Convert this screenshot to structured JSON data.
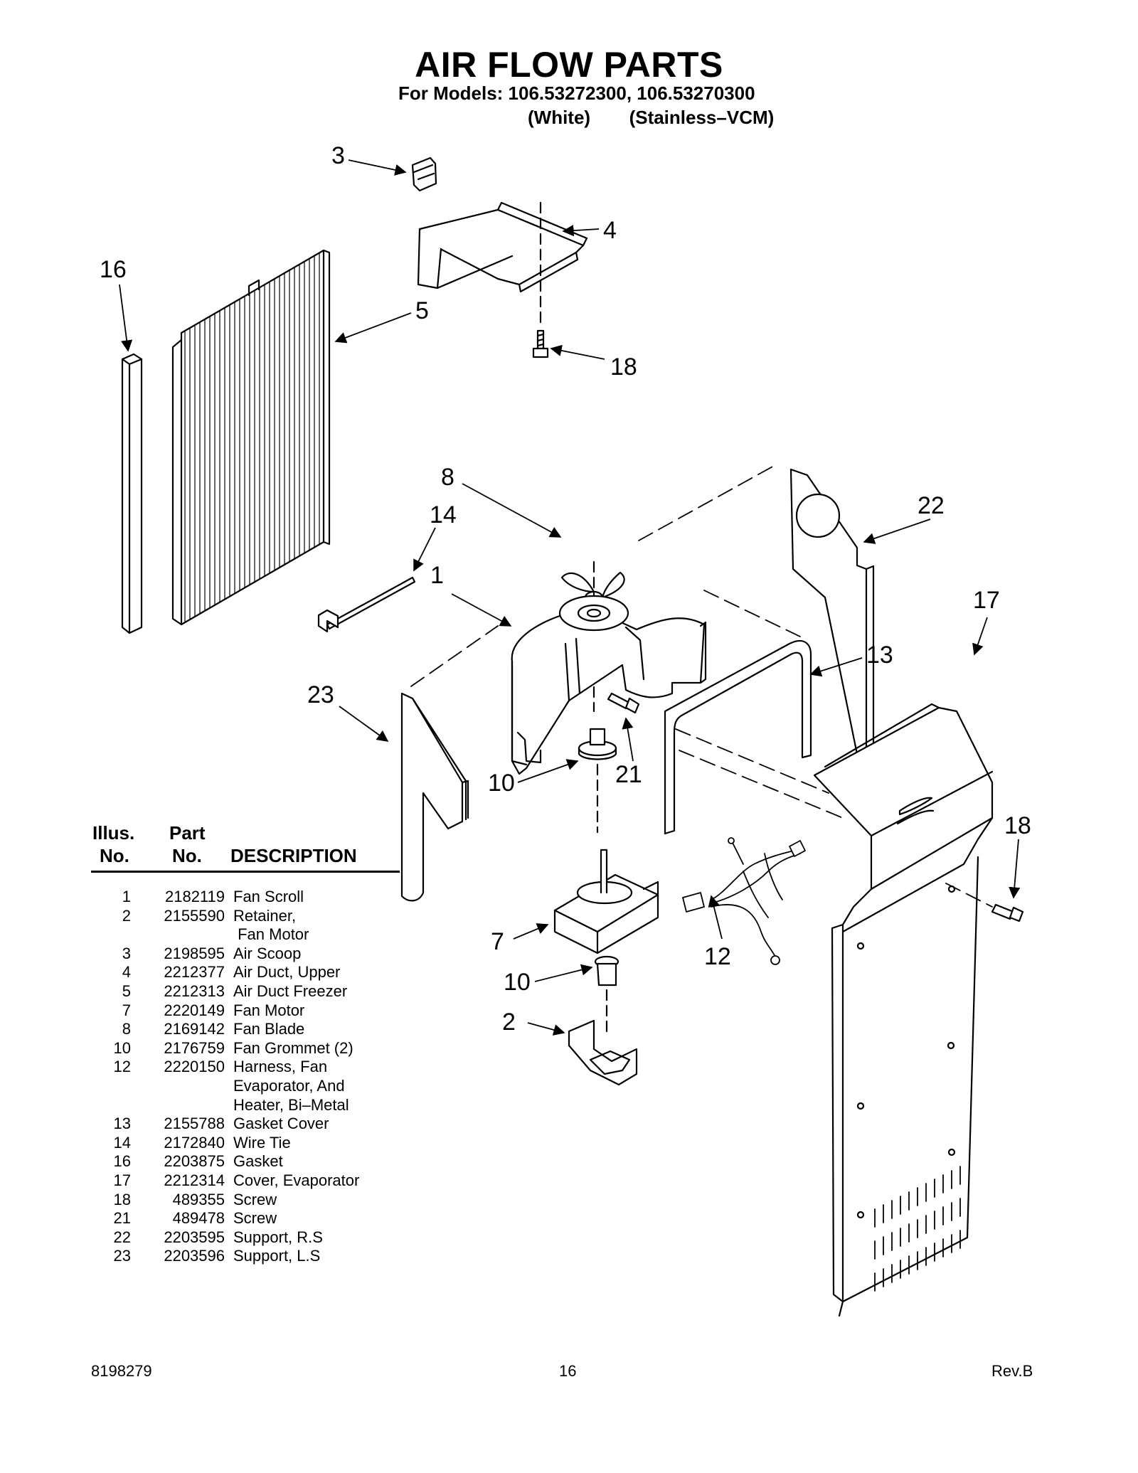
{
  "header": {
    "title": "AIR FLOW PARTS",
    "models": "For Models: 106.53272300, 106.53270300",
    "variant_white": "(White)",
    "variant_stainless": "(Stainless–VCM)"
  },
  "callouts": {
    "c3": "3",
    "c4": "4",
    "c16": "16",
    "c5": "5",
    "c18a": "18",
    "c8": "8",
    "c14": "14",
    "c1": "1",
    "c22": "22",
    "c17": "17",
    "c13": "13",
    "c23": "23",
    "c21": "21",
    "c10a": "10",
    "c18b": "18",
    "c7": "7",
    "c12": "12",
    "c10b": "10",
    "c2": "2"
  },
  "parts_table": {
    "header_illus_1": "Illus.",
    "header_illus_2": "No.",
    "header_part_1": "Part",
    "header_part_2": "No.",
    "header_description": "DESCRIPTION",
    "rows": [
      {
        "illus": "1",
        "part": "2182119",
        "desc": "Fan Scroll"
      },
      {
        "illus": "2",
        "part": "2155590",
        "desc": "Retainer,"
      },
      {
        "illus": "",
        "part": "",
        "desc": " Fan Motor"
      },
      {
        "illus": "3",
        "part": "2198595",
        "desc": "Air Scoop"
      },
      {
        "illus": "4",
        "part": "2212377",
        "desc": "Air Duct, Upper"
      },
      {
        "illus": "5",
        "part": "2212313",
        "desc": "Air Duct Freezer"
      },
      {
        "illus": "7",
        "part": "2220149",
        "desc": "Fan Motor"
      },
      {
        "illus": "8",
        "part": "2169142",
        "desc": "Fan Blade"
      },
      {
        "illus": "10",
        "part": "2176759",
        "desc": "Fan Grommet (2)"
      },
      {
        "illus": "12",
        "part": "2220150",
        "desc": "Harness, Fan"
      },
      {
        "illus": "",
        "part": "",
        "desc": "Evaporator, And"
      },
      {
        "illus": "",
        "part": "",
        "desc": "Heater, Bi–Metal"
      },
      {
        "illus": "13",
        "part": "2155788",
        "desc": "Gasket Cover"
      },
      {
        "illus": "14",
        "part": "2172840",
        "desc": "Wire Tie"
      },
      {
        "illus": "16",
        "part": "2203875",
        "desc": "Gasket"
      },
      {
        "illus": "17",
        "part": "2212314",
        "desc": "Cover, Evaporator"
      },
      {
        "illus": "18",
        "part": "489355",
        "desc": "Screw"
      },
      {
        "illus": "21",
        "part": "489478",
        "desc": "Screw"
      },
      {
        "illus": "22",
        "part": "2203595",
        "desc": "Support, R.S"
      },
      {
        "illus": "23",
        "part": "2203596",
        "desc": "Support, L.S"
      }
    ]
  },
  "footer": {
    "doc_number": "8198279",
    "page_number": "16",
    "revision": "Rev.B"
  }
}
